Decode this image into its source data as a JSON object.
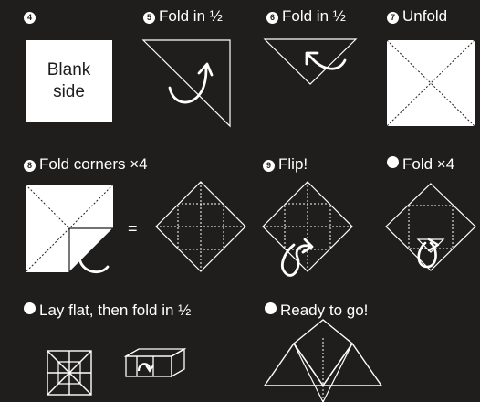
{
  "colors": {
    "background": "#1f1e1d",
    "paper": "#ffffff",
    "ink": "#1f1e1d"
  },
  "steps": [
    {
      "number": "4",
      "label": "",
      "box_text": "Blank\nside"
    },
    {
      "number": "5",
      "label": "Fold in ½"
    },
    {
      "number": "6",
      "label": "Fold in ½"
    },
    {
      "number": "7",
      "label": "Unfold"
    },
    {
      "number": "8",
      "label": "Fold corners ×4",
      "equals": "="
    },
    {
      "number": "9",
      "label": "Flip!"
    },
    {
      "number": "",
      "label": "Fold ×4"
    },
    {
      "number": "",
      "label": "Lay flat, then fold in ½"
    },
    {
      "number": "",
      "label": "Ready to go!"
    }
  ],
  "icons": [
    "fold-arrow-icon",
    "number-badge-icon",
    "bullet-dot-icon"
  ]
}
